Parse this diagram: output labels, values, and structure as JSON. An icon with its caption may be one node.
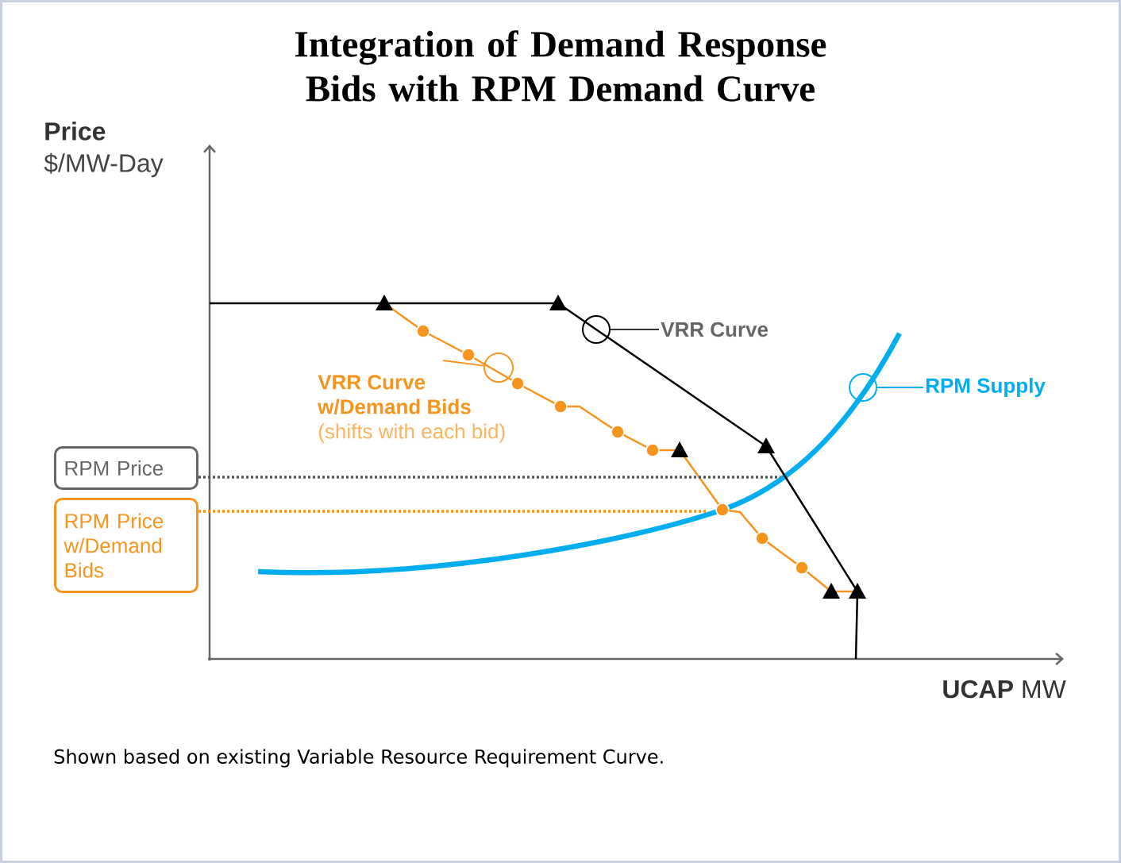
{
  "diagram": {
    "title": "Integration of Demand Response Bids with RPM Demand Curve",
    "caption": "Shown based on existing Variable Resource Requirement Curve.",
    "nodes": [
      {
        "text": [
          "RPM Price"
        ]
      },
      {
        "text": [
          "RPM Price w/Demand Bids"
        ]
      },
      {
        "text": [
          "VRR Curve"
        ]
      },
      {
        "text": [],
        "shape": "circle"
      },
      {
        "text": [
          "VRR Curve w/Demand Bids",
          "(shifts with each bid)"
        ]
      },
      {
        "text": [],
        "shape": "circle"
      },
      {
        "text": [
          "RPM Supply"
        ]
      },
      {
        "text": [],
        "shape": "circle"
      }
    ],
    "edges": [
      {
        "from": 2,
        "to": 3,
        "arrow": "none",
        "color": "#333333"
      },
      {
        "from": 4,
        "to": 5,
        "arrow": "none",
        "color": "#f7941d"
      },
      {
        "from": 6,
        "to": 7,
        "arrow": "none",
        "color": "#00aeef"
      },
      {
        "from": 0,
        "to": null,
        "arrow": "none",
        "style": "dashed",
        "color": "#555555"
      },
      {
        "from": 1,
        "to": null,
        "arrow": "none",
        "style": "dashed",
        "color": "#f7941d"
      }
    ],
    "labels": [
      "Price",
      "$/MW-Day",
      "**UCAP** MW"
    ]
  }
}
